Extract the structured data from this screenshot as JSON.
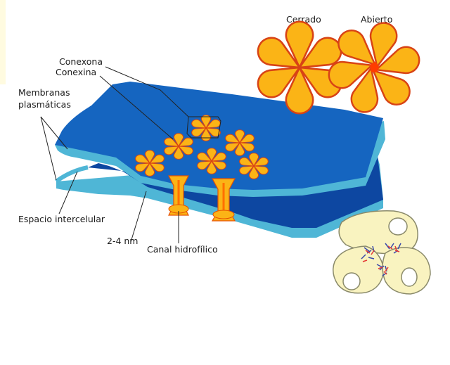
{
  "labels": {
    "cerrado": "Cerrado",
    "abierto": "Abierto",
    "conexona": "Conexona",
    "conexina": "Conexina",
    "membranas_1": "Membranas",
    "membranas_2": "plasmáticas",
    "espacio": "Espacio intercelular",
    "distance": "2-4 nm",
    "canal": "Canal hidrofílico"
  },
  "colors": {
    "membrane_top": "#1565c0",
    "membrane_dark": "#0d47a1",
    "membrane_edge": "#4fb6d6",
    "connexon_fill": "#fbb416",
    "connexon_stroke": "#d84315",
    "cell_fill": "#f9f3c0",
    "cell_stroke": "#8a8a6a"
  },
  "icons": [
    "connexon-closed-icon",
    "connexon-open-icon",
    "cell-cluster-icon"
  ]
}
